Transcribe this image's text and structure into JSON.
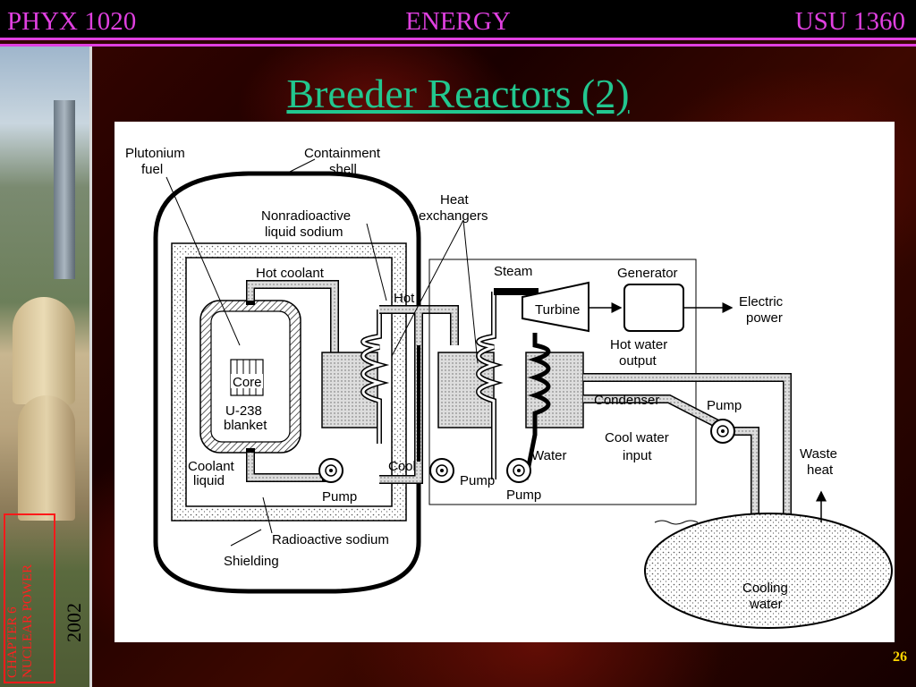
{
  "header": {
    "left": "PHYX 1020",
    "center": "ENERGY",
    "right": "USU 1360",
    "accent_color": "#e040e0"
  },
  "slide": {
    "title": "Breeder Reactors (2)",
    "title_color": "#22c78f",
    "chapter_line1": "CHAPTER 6",
    "chapter_line2": "NUCLEAR POWER",
    "year": "2002",
    "page_number": "26"
  },
  "diagram": {
    "labels": {
      "plutonium_fuel_1": "Plutonium",
      "plutonium_fuel_2": "fuel",
      "containment_1": "Containment",
      "containment_2": "shell",
      "heat_exchangers_1": "Heat",
      "heat_exchangers_2": "exchangers",
      "nonradio_1": "Nonradioactive",
      "nonradio_2": "liquid sodium",
      "hot_coolant": "Hot coolant",
      "hot": "Hot",
      "steam": "Steam",
      "generator": "Generator",
      "turbine": "Turbine",
      "electric_1": "Electric",
      "electric_2": "power",
      "hot_water_1": "Hot water",
      "hot_water_2": "output",
      "core": "Core",
      "u238": "U-238",
      "blanket": "blanket",
      "condenser": "Condenser",
      "pump_top": "Pump",
      "cool_water_1": "Cool water",
      "cool_water_2": "input",
      "water": "Water",
      "waste_1": "Waste",
      "waste_2": "heat",
      "coolant_liquid_1": "Coolant",
      "coolant_liquid_2": "liquid",
      "cool": "Cool",
      "pump_1": "Pump",
      "pump_2": "Pump",
      "pump_3": "Pump",
      "radioactive_sodium": "Radioactive sodium",
      "shielding": "Shielding",
      "cooling_water_1": "Cooling",
      "cooling_water_2": "water"
    }
  }
}
